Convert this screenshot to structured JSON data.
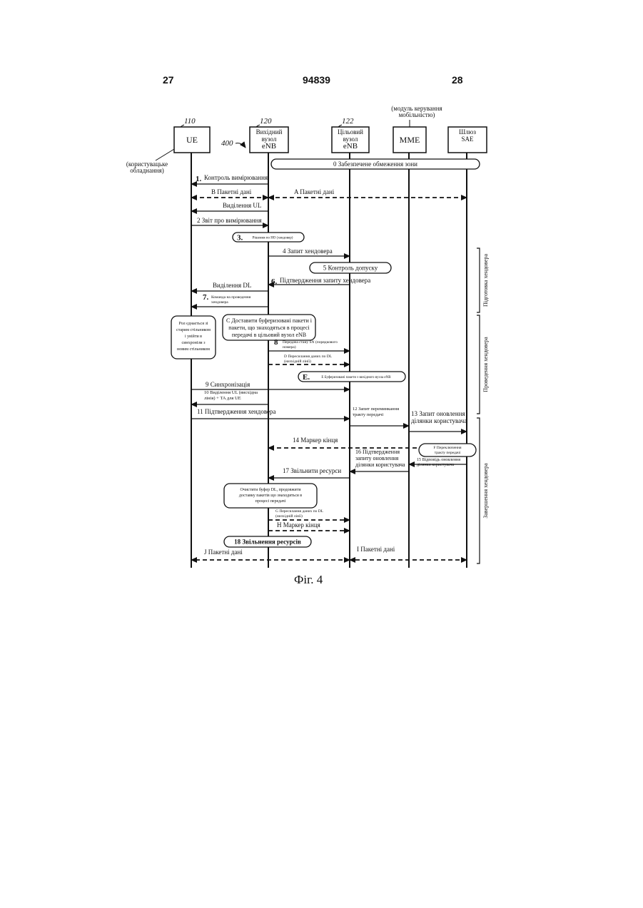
{
  "header": {
    "page_left": "27",
    "doc_number": "94839",
    "page_right": "28"
  },
  "caption": "Фіг. 4",
  "diagram": {
    "entities": [
      {
        "id": "ue",
        "ref": "110",
        "label": [
          "UE"
        ],
        "sub": [
          "(користувацьке",
          "обладнання)"
        ]
      },
      {
        "id": "src",
        "ref": "120",
        "label": [
          "Вихідний",
          "вузол",
          "eNB"
        ]
      },
      {
        "id": "tgt",
        "ref": "122",
        "label": [
          "Цільовий",
          "вузол",
          "eNB"
        ]
      },
      {
        "id": "mme",
        "label": [
          "MME"
        ],
        "top": [
          "(модуль керування",
          "мобільністю)"
        ]
      },
      {
        "id": "gw",
        "label": [
          "Шлюз",
          "SAE"
        ]
      }
    ],
    "figure_ref": "400",
    "pills": [
      {
        "label": "0  Забезпечене обмеження зони"
      },
      {
        "step": "3.",
        "label": "Рішення по HO (хендовер)"
      },
      {
        "label": "5  Контроль допуску"
      },
      {
        "step": "E.",
        "label": "Е  Буферизовані пакети з вихідного вузла eNB"
      },
      {
        "label": "F  Переключення тракту передачі"
      },
      {
        "label": "18  Звільнення ресурсів"
      }
    ],
    "messages": [
      {
        "step": "1.",
        "label": [
          "Контроль вимірювання"
        ]
      },
      {
        "label": [
          "B  Пакетні дані"
        ]
      },
      {
        "label": [
          "A  Пакетні дані"
        ]
      },
      {
        "label": [
          "Виділення UL"
        ]
      },
      {
        "label": [
          "2  Звіт про вимірювання"
        ]
      },
      {
        "label": [
          "4  Запит хендовера"
        ]
      },
      {
        "step": "6.",
        "label": [
          "Підтвердження запиту хендовера"
        ]
      },
      {
        "label": [
          "Виділення DL"
        ]
      },
      {
        "step": "7.",
        "label": [
          "Команда на проведення",
          "хендовера"
        ]
      },
      {
        "step": "8",
        "label": [
          "Передача стану SN (порядкового",
          "номера)"
        ]
      },
      {
        "label": [
          "D  Пересилання даних по DL",
          "(низхідній лінії)"
        ]
      },
      {
        "label": [
          "9  Синхронізація"
        ]
      },
      {
        "label": [
          "10  Виділення UL (висхідна",
          "лінія) + TA для UE"
        ]
      },
      {
        "label": [
          "11  Підтвердження хендовера"
        ]
      },
      {
        "label": [
          "12  Запит переминкання",
          "тракту передачі"
        ]
      },
      {
        "label": [
          "13  Запит оновлення",
          "ділянки користувача"
        ]
      },
      {
        "label": [
          "14  Маркер кінця"
        ]
      },
      {
        "label": [
          "15  Відповідь оновлення",
          "ділянки користувача"
        ]
      },
      {
        "label": [
          "16  Підтвердження",
          "запиту оновлення",
          "ділянки користувача"
        ]
      },
      {
        "label": [
          "17  Звільнити ресурси"
        ]
      },
      {
        "label": [
          "G  Пересилання даних по DL",
          "(низхідній лінії)"
        ]
      },
      {
        "label": [
          "H  Маркер кінця"
        ]
      },
      {
        "label": [
          "J  Пакетні дані"
        ]
      },
      {
        "label": [
          "I  Пакетні дані"
        ]
      }
    ],
    "notes": [
      {
        "label": [
          "Рол єднається зі",
          "старим стільником",
          "і увійти в",
          "синхронізм з",
          "новим стільником"
        ]
      },
      {
        "label": [
          "С Доставити буферизовані пакети і",
          "пакети, що знаходяться в процесі",
          "передачі  в цільовий вузол eNB"
        ]
      },
      {
        "label": [
          "Очистити буфер DL, продовжити",
          "доставку пакетів  що знаходяться в",
          "процесі передачі"
        ]
      }
    ],
    "phases": [
      {
        "label": "Підготовка хендовера"
      },
      {
        "label": "Проведення хендовера"
      },
      {
        "label": "Завершення хендовера"
      }
    ]
  }
}
